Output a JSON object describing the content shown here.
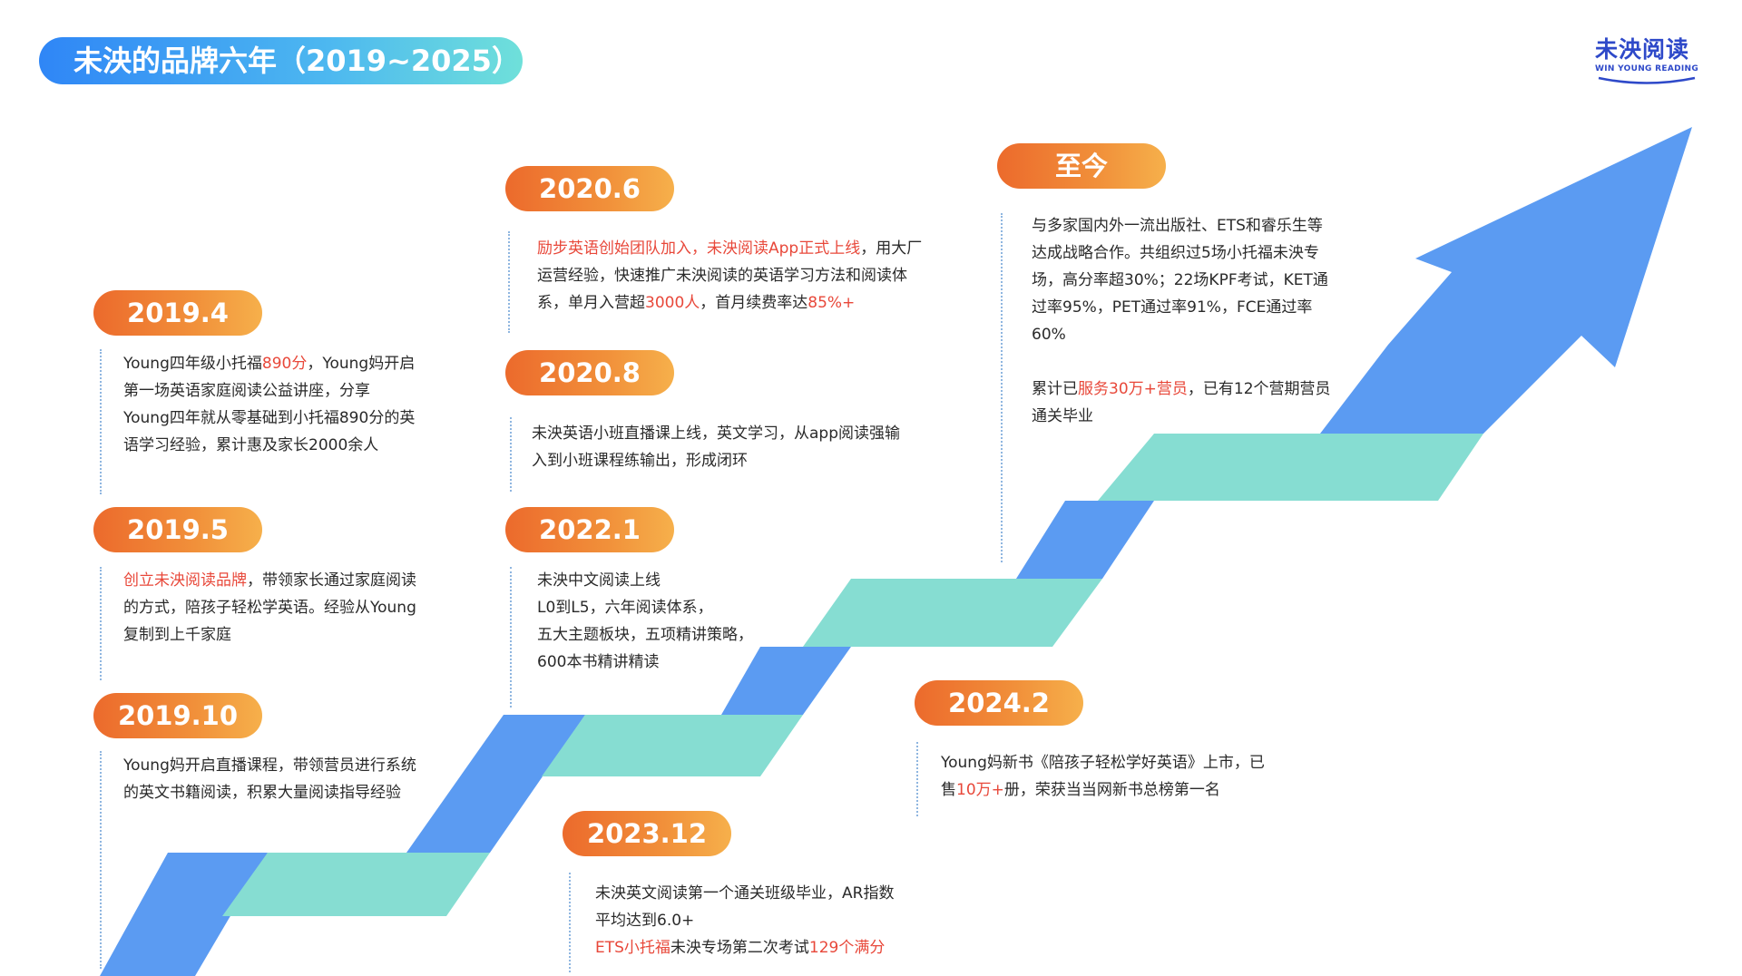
{
  "header": {
    "title": "未泱的品牌六年（2019~2025）"
  },
  "logo": {
    "main": "未泱阅读",
    "sub": "WIN YOUNG READING"
  },
  "colors": {
    "accent_blue": "#5b9bf2",
    "accent_teal": "#86ddd2",
    "badge_orange": "#ec6a2c",
    "highlight_red": "#e8483a"
  },
  "milestones": [
    {
      "date": "2019.4",
      "lines": [
        [
          {
            "t": "Young四年级小托福"
          },
          {
            "t": "890分",
            "hl": true
          },
          {
            "t": "，Young妈开启"
          }
        ],
        [
          {
            "t": "第一场英语家庭阅读公益讲座，分享"
          }
        ],
        [
          {
            "t": "Young四年就从零基础到小托福890分的英"
          }
        ],
        [
          {
            "t": "语学习经验，累计惠及家长2000余人"
          }
        ]
      ]
    },
    {
      "date": "2019.5",
      "lines": [
        [
          {
            "t": "创立未泱阅读品牌",
            "hl": true
          },
          {
            "t": "，带领家长通过家庭阅读"
          }
        ],
        [
          {
            "t": "的方式，陪孩子轻松学英语。经验从Young"
          }
        ],
        [
          {
            "t": "复制到上千家庭"
          }
        ]
      ]
    },
    {
      "date": "2019.10",
      "lines": [
        [
          {
            "t": "Young妈开启直播课程，带领营员进行系统"
          }
        ],
        [
          {
            "t": "的英文书籍阅读，积累大量阅读指导经验"
          }
        ]
      ]
    },
    {
      "date": "2020.6",
      "lines": [
        [
          {
            "t": "励步英语创始团队加入，未泱阅读App正式上线",
            "hl": true
          },
          {
            "t": "，用大厂"
          }
        ],
        [
          {
            "t": "运营经验，快速推广未泱阅读的英语学习方法和阅读体"
          }
        ],
        [
          {
            "t": "系，单月入营超"
          },
          {
            "t": "3000人",
            "hl": true
          },
          {
            "t": "，首月续费率达"
          },
          {
            "t": "85%+",
            "hl": true
          }
        ]
      ]
    },
    {
      "date": "2020.8",
      "lines": [
        [
          {
            "t": "未泱英语小班直播课上线，英文学习，从app阅读强输"
          }
        ],
        [
          {
            "t": "入到小班课程练输出，形成闭环"
          }
        ]
      ]
    },
    {
      "date": "2022.1",
      "lines": [
        [
          {
            "t": "未泱中文阅读上线"
          }
        ],
        [
          {
            "t": "L0到L5，六年阅读体系，"
          }
        ],
        [
          {
            "t": "五大主题板块，五项精讲策略，"
          }
        ],
        [
          {
            "t": "600本书精讲精读"
          }
        ]
      ]
    },
    {
      "date": "2023.12",
      "lines": [
        [
          {
            "t": "未泱英文阅读第一个通关班级毕业，AR指数"
          }
        ],
        [
          {
            "t": "平均达到6.0+"
          }
        ],
        [
          {
            "t": "ETS小托福",
            "hl": true
          },
          {
            "t": "未泱专场第二次考试"
          },
          {
            "t": "129个满分",
            "hl": true
          }
        ]
      ]
    },
    {
      "date": "2024.2",
      "lines": [
        [
          {
            "t": "Young妈新书《陪孩子轻松学好英语》上市，已"
          }
        ],
        [
          {
            "t": "售"
          },
          {
            "t": "10万+",
            "hl": true
          },
          {
            "t": "册，荣获当当网新书总榜第一名"
          }
        ]
      ]
    },
    {
      "date": "至今",
      "lines": [
        [
          {
            "t": "与多家国内外一流出版社、ETS和睿乐生等"
          }
        ],
        [
          {
            "t": "达成战略合作。共组织过5场小托福未泱专"
          }
        ],
        [
          {
            "t": "场，高分率超30%；22场KPF考试，KET通"
          }
        ],
        [
          {
            "t": "过率95%，PET通过率91%，FCE通过率"
          }
        ],
        [
          {
            "t": "60%"
          }
        ],
        [
          {
            "t": ""
          }
        ],
        [
          {
            "t": "累计已"
          },
          {
            "t": "服务30万+营员",
            "hl": true
          },
          {
            "t": "，已有12个营期营员"
          }
        ],
        [
          {
            "t": "通关毕业"
          }
        ]
      ]
    }
  ]
}
